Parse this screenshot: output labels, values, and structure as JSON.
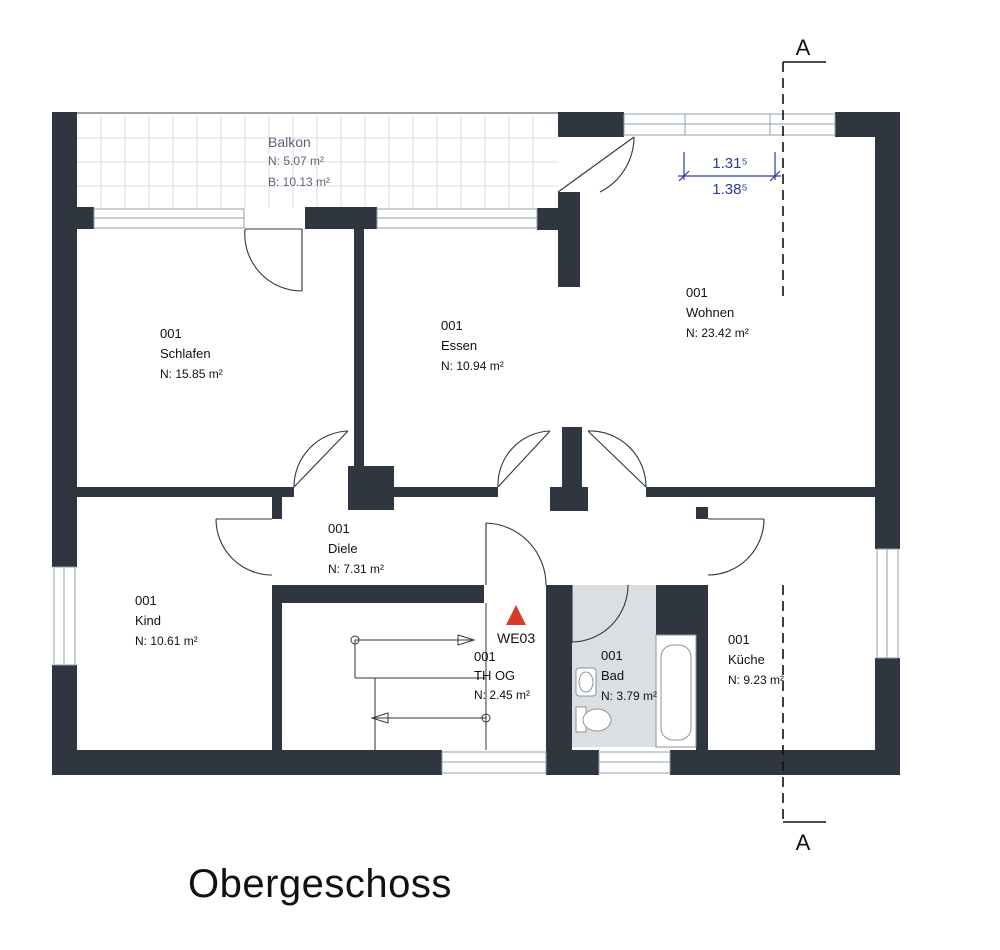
{
  "floor_title": "Obergeschoss",
  "section": {
    "label_top": "A",
    "label_bottom": "A"
  },
  "dimension": {
    "upper": "1.31⁵",
    "lower": "1.38⁵"
  },
  "marker": {
    "label": "WE03"
  },
  "balkon": {
    "name": "Balkon",
    "net": "N:  5.07  m²",
    "gross": "B:  10.13  m²"
  },
  "rooms": {
    "schlafen": {
      "number": "001",
      "name": "Schlafen",
      "area": "N:  15.85  m²"
    },
    "essen": {
      "number": "001",
      "name": "Essen",
      "area": "N:  10.94  m²"
    },
    "wohnen": {
      "number": "001",
      "name": "Wohnen",
      "area": "N:  23.42  m²"
    },
    "diele": {
      "number": "001",
      "name": "Diele",
      "area": "N:  7.31  m²"
    },
    "kind": {
      "number": "001",
      "name": "Kind",
      "area": "N:  10.61  m²"
    },
    "th_og": {
      "number": "001",
      "name": "TH OG",
      "area": "N:  2.45  m²"
    },
    "bad": {
      "number": "001",
      "name": "Bad",
      "area": "N:  3.79  m²"
    },
    "kueche": {
      "number": "001",
      "name": "Küche",
      "area": "N:  9.23  m²"
    }
  },
  "colors": {
    "wall": "#2f3640",
    "window": "#8da2ad",
    "bath_floor": "#dcdfe2",
    "marker": "#d83a2a",
    "dimension": "#2a3a9a"
  }
}
